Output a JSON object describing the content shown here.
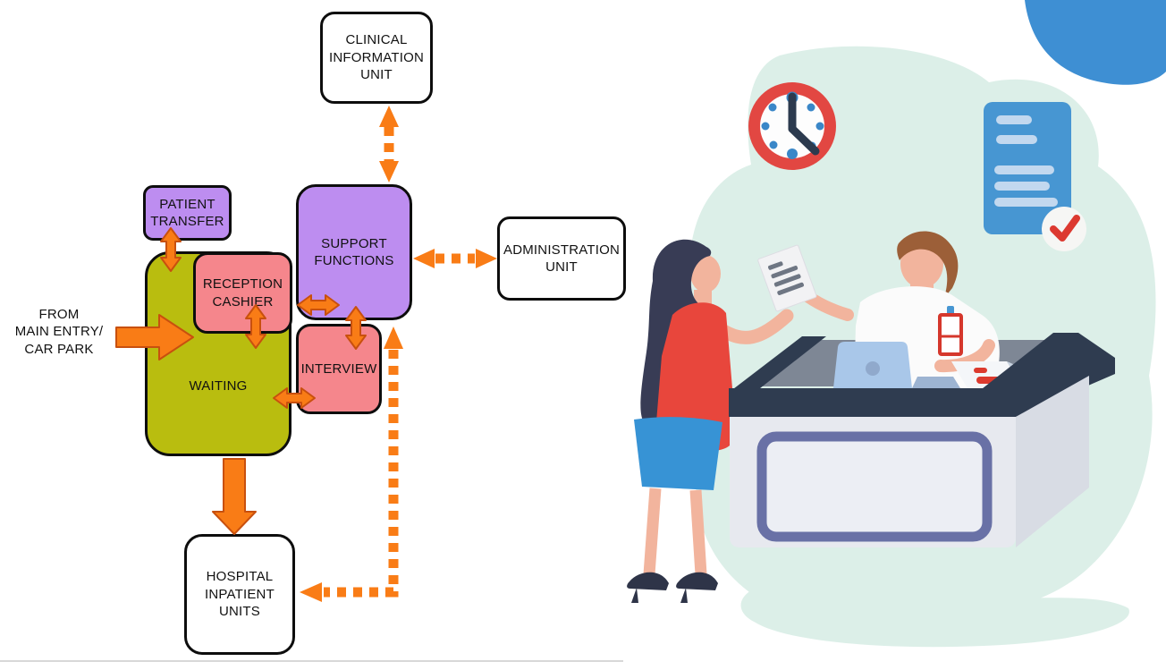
{
  "diagram": {
    "nodes": {
      "clinical_information_unit": {
        "label": "CLINICAL\nINFORMATION\nUNIT"
      },
      "patient_transfer": {
        "label": "PATIENT\nTRANSFER"
      },
      "support_functions": {
        "label": "SUPPORT\nFUNCTIONS"
      },
      "administration_unit": {
        "label": "ADMINISTRATION\nUNIT"
      },
      "reception_cashier": {
        "label": "RECEPTION\nCASHIER"
      },
      "waiting": {
        "label": "WAITING"
      },
      "interview": {
        "label": "INTERVIEW"
      },
      "hospital_inpatient_units": {
        "label": "HOSPITAL\nINPATIENT\nUNITS"
      },
      "from_main_entry": {
        "label": "FROM\nMAIN ENTRY/\nCAR PARK"
      }
    },
    "colors": {
      "purple_box": "#bd8df0",
      "pink_box": "#f5868c",
      "olive_box": "#b9bd0f",
      "white_box": "#ffffff",
      "arrow_orange": "#f97c16",
      "arrow_outline": "#c8500e",
      "border_black": "#0d0d0d"
    },
    "connections": [
      {
        "from": "support_functions",
        "to": "clinical_information_unit",
        "style": "dotted",
        "direction": "both"
      },
      {
        "from": "support_functions",
        "to": "administration_unit",
        "style": "dotted",
        "direction": "both"
      },
      {
        "from": "support_functions",
        "to": "hospital_inpatient_units",
        "style": "dotted",
        "direction": "both"
      },
      {
        "from": "patient_transfer",
        "to": "waiting",
        "style": "solid",
        "direction": "both"
      },
      {
        "from": "reception_cashier",
        "to": "waiting",
        "style": "solid",
        "direction": "both"
      },
      {
        "from": "reception_cashier",
        "to": "support_functions",
        "style": "solid",
        "direction": "both"
      },
      {
        "from": "support_functions",
        "to": "interview",
        "style": "solid",
        "direction": "both"
      },
      {
        "from": "waiting",
        "to": "interview",
        "style": "solid",
        "direction": "both"
      },
      {
        "from": "from_main_entry",
        "to": "waiting",
        "style": "solid",
        "direction": "one-way"
      },
      {
        "from": "waiting",
        "to": "hospital_inpatient_units",
        "style": "solid",
        "direction": "one-way"
      }
    ]
  },
  "illustration": {
    "icons": [
      "clock-icon",
      "document-icon",
      "checkmark-icon",
      "id-badge-icon",
      "laptop-icon"
    ],
    "colors": {
      "mint_blob": "#dcefe8",
      "blue_blob": "#3e8fd3",
      "clock_ring_red": "#e24742",
      "clock_dot_blue": "#3a87c8",
      "navy": "#2f3c50",
      "document_blue": "#4796d2",
      "check_red": "#dc3930",
      "skin": "#f2b49d",
      "woman_hair": "#383c55",
      "woman_shirt_red": "#e8463c",
      "woman_skirt_blue": "#3793d5",
      "man_hair_brown": "#9c5f38",
      "desk_top_gray": "#7e8795",
      "desk_panel_gray": "#e7e9ef",
      "desk_frame_purple": "#6971a6",
      "laptop_blue": "#a9c7e9"
    }
  }
}
